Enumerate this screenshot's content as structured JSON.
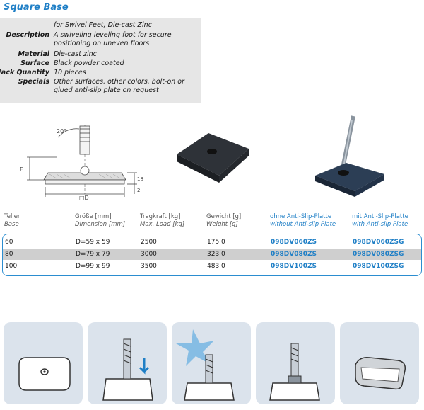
{
  "title": "Square Base",
  "specs": [
    {
      "label": "",
      "value": "for Swivel Feet, Die-cast Zinc"
    },
    {
      "label": "Description",
      "value": "A swiveling leveling foot for secure positioning on uneven floors"
    },
    {
      "label": "Material",
      "value": "Die-cast zinc"
    },
    {
      "label": "Surface",
      "value": "Black powder coated"
    },
    {
      "label": "Pack Quantity",
      "value": "10 pieces"
    },
    {
      "label": "Specials",
      "value": "Other surfaces, other colors, bolt-on or glued anti-slip plate on request"
    }
  ],
  "drawing": {
    "angle": "20°",
    "f": "F",
    "h": "18",
    "t": "2",
    "d": "□D"
  },
  "table": {
    "headers": [
      {
        "de": "Teller",
        "en": "Base"
      },
      {
        "de": "Größe [mm]",
        "en": "Dimension [mm]"
      },
      {
        "de": "Tragkraft [kg]",
        "en": "Max. Load [kg]"
      },
      {
        "de": "Gewicht [g]",
        "en": "Weight [g]"
      },
      {
        "de": "ohne Anti-Slip-Platte",
        "en": "without Anti-slip Plate"
      },
      {
        "de": "mit Anti-Slip-Platte",
        "en": "with Anti-slip Plate"
      }
    ],
    "rows": [
      [
        "60",
        "D=59 x 59",
        "2500",
        "175.0",
        "098DV060ZS",
        "098DV060ZSG"
      ],
      [
        "80",
        "D=79 x 79",
        "3000",
        "323.0",
        "098DV080ZS",
        "098DV080ZSG"
      ],
      [
        "100",
        "D=99 x 99",
        "3500",
        "483.0",
        "098DV100ZS",
        "098DV100ZSG"
      ]
    ]
  },
  "colors": {
    "accent": "#1f7fc6",
    "panel": "#dbe3ec",
    "spec_bg": "#e6e6e6"
  }
}
